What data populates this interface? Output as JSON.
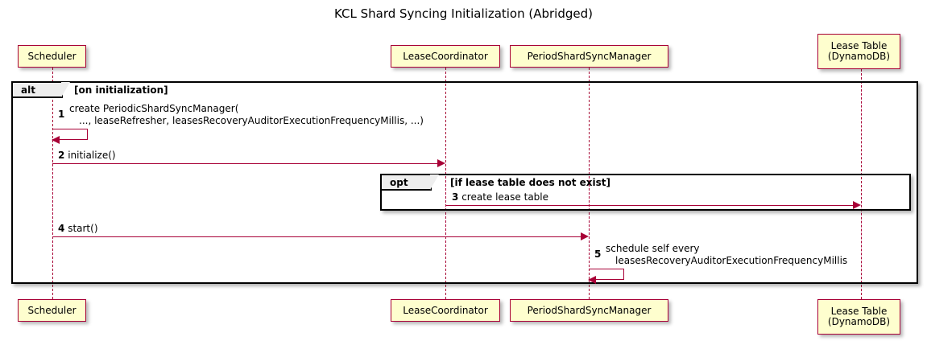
{
  "diagram": {
    "title": "KCL Shard Syncing Initialization (Abridged)",
    "type": "sequence-diagram"
  },
  "participants": [
    {
      "id": "scheduler",
      "name": "Scheduler",
      "line2": ""
    },
    {
      "id": "leasecoord",
      "name": "LeaseCoordinator",
      "line2": ""
    },
    {
      "id": "psm",
      "name": "PeriodShardSyncManager",
      "line2": ""
    },
    {
      "id": "leasetable",
      "name": "Lease Table",
      "line2": "(DynamoDB)"
    }
  ],
  "frames": [
    {
      "id": "alt",
      "keyword": "alt",
      "condition": "[on initialization]"
    },
    {
      "id": "opt",
      "keyword": "opt",
      "condition": "[if lease table does not exist]"
    }
  ],
  "messages": [
    {
      "seq": "1",
      "kind": "self",
      "from": "scheduler",
      "to": "scheduler",
      "label_line1": "create PeriodicShardSyncManager(",
      "label_line2": "..., leaseRefresher, leasesRecoveryAuditorExecutionFrequencyMillis, ...)"
    },
    {
      "seq": "2",
      "kind": "call",
      "from": "scheduler",
      "to": "leasecoord",
      "label_line1": "initialize()",
      "label_line2": ""
    },
    {
      "seq": "3",
      "kind": "call",
      "from": "leasecoord",
      "to": "leasetable",
      "label_line1": "create lease table",
      "label_line2": ""
    },
    {
      "seq": "4",
      "kind": "call",
      "from": "scheduler",
      "to": "psm",
      "label_line1": "start()",
      "label_line2": ""
    },
    {
      "seq": "5",
      "kind": "self",
      "from": "psm",
      "to": "psm",
      "label_line1": "schedule self every",
      "label_line2": "leasesRecoveryAuditorExecutionFrequencyMillis"
    }
  ],
  "colors": {
    "participant_fill": "#FEFECE",
    "participant_border": "#A80036",
    "arrow": "#A80036",
    "frame_border": "#000000",
    "frame_tab_fill": "#EEEEEE",
    "background": "#FFFFFF",
    "text": "#000000"
  }
}
